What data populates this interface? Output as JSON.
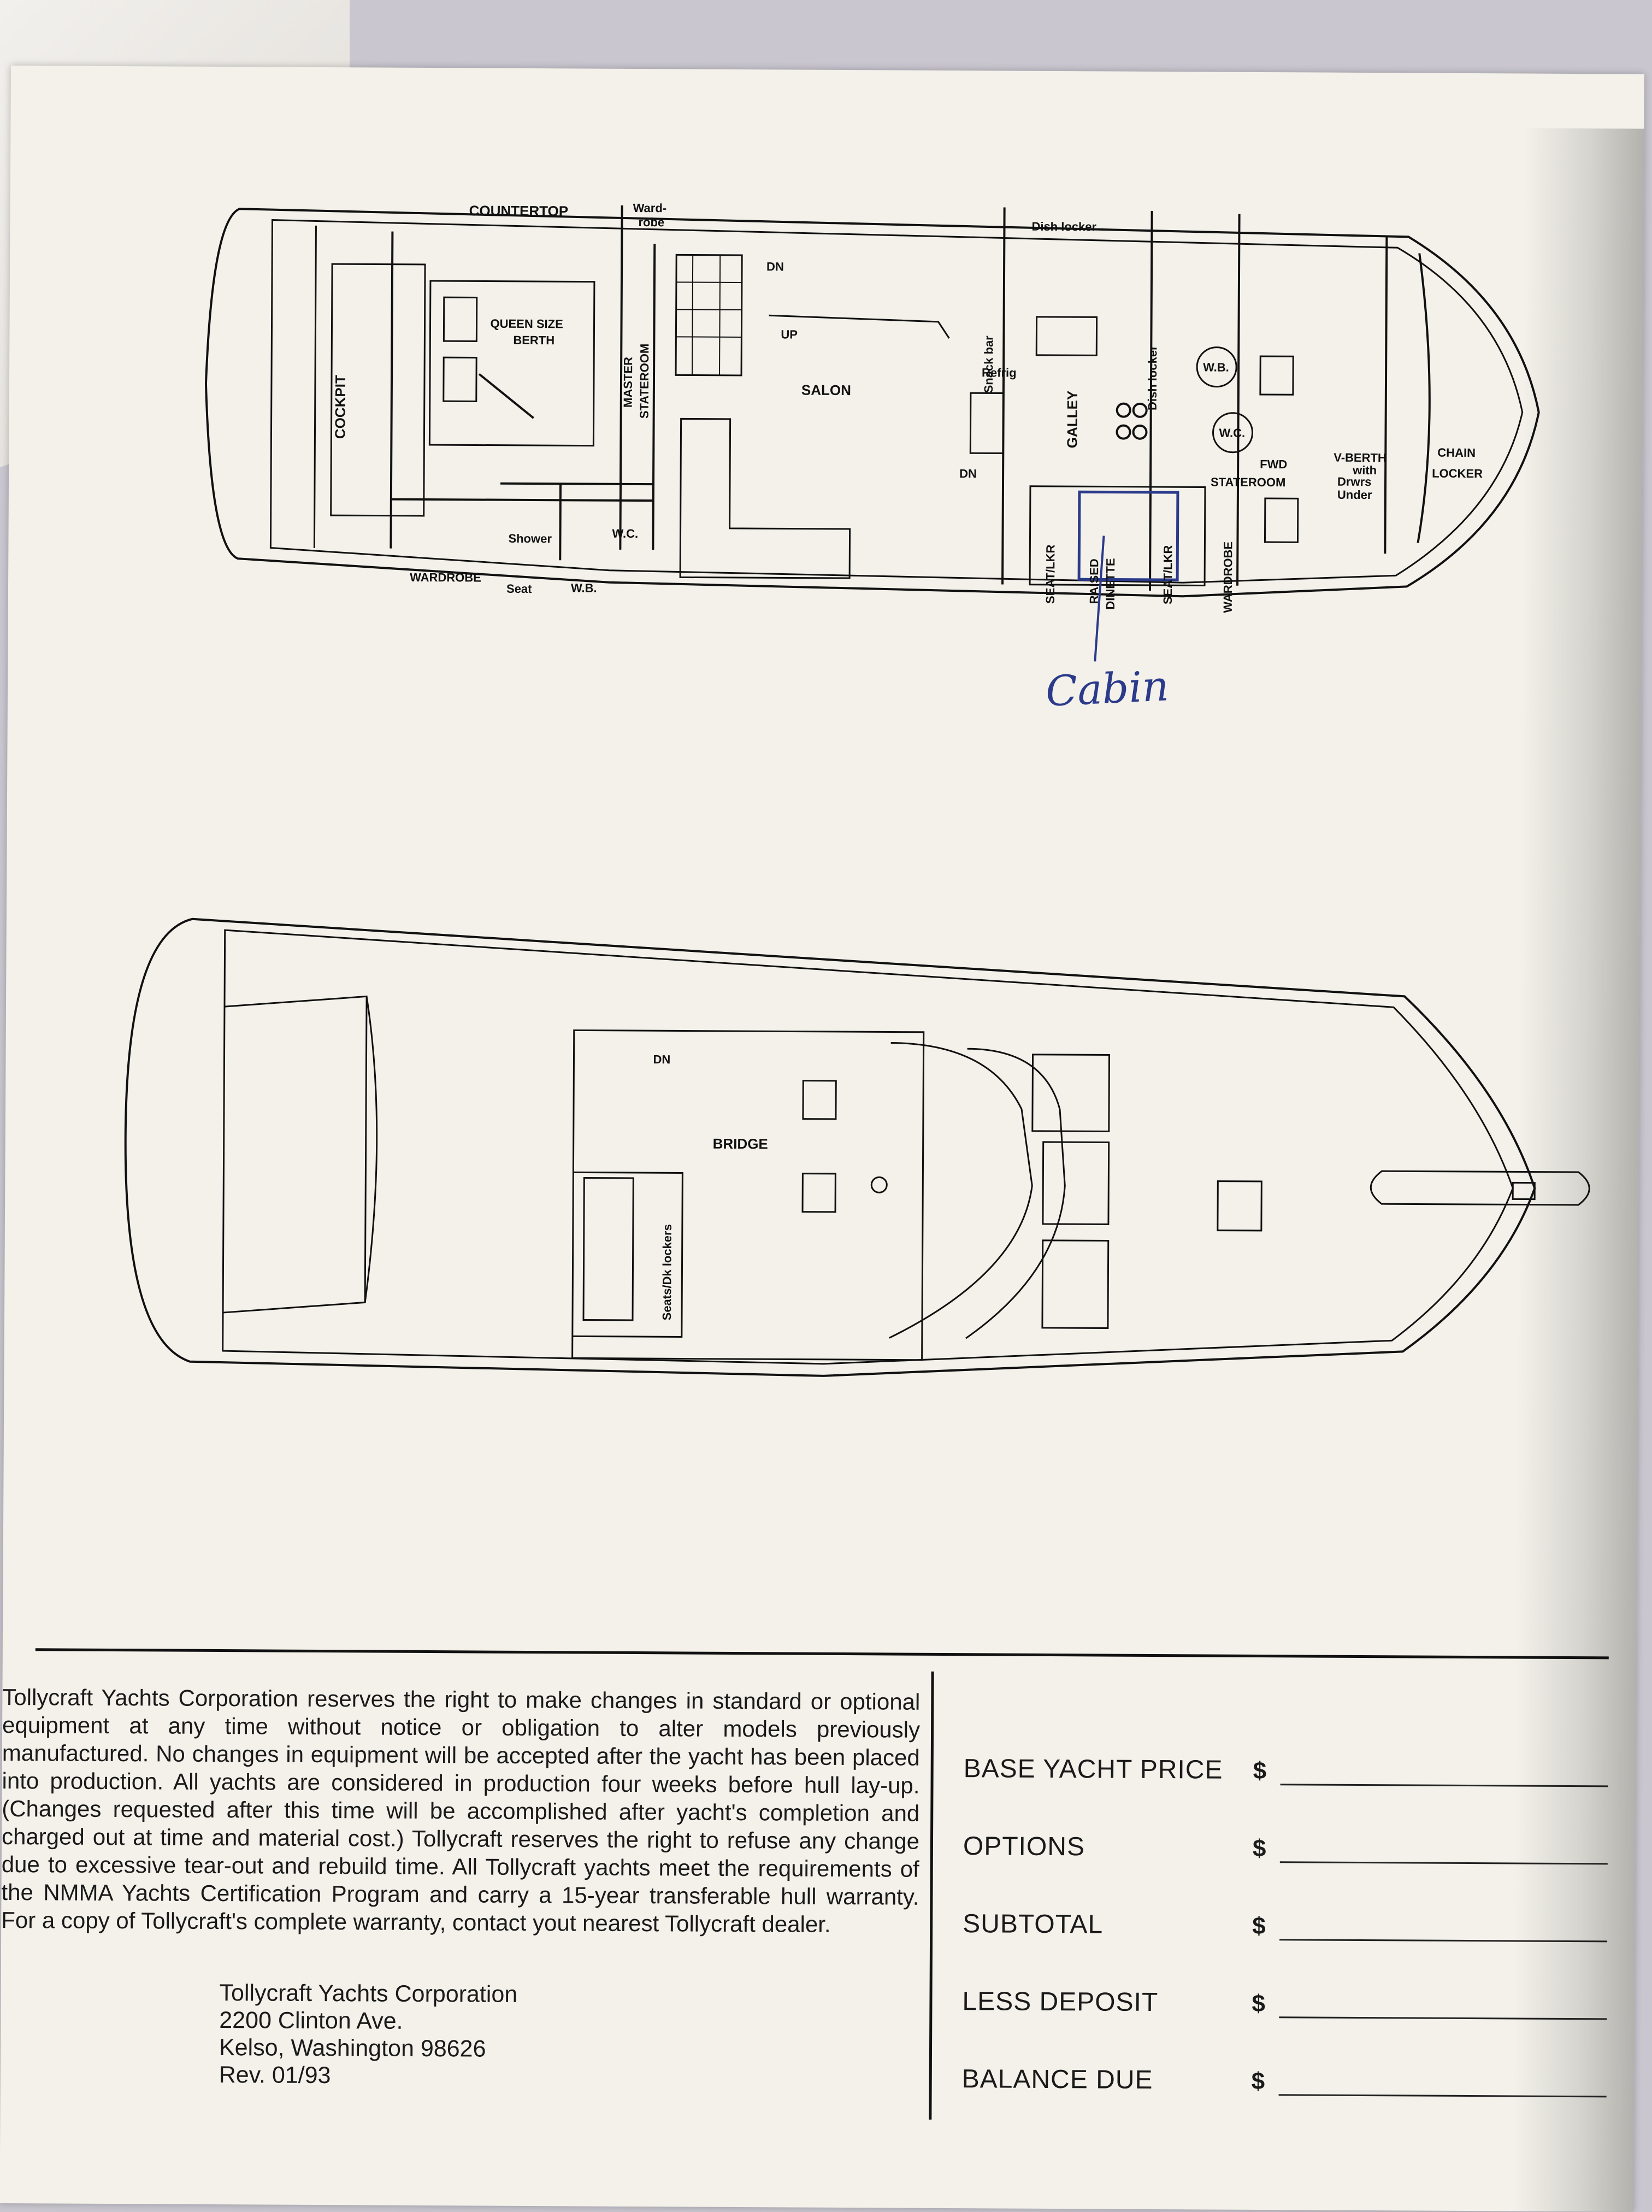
{
  "upper_plan": {
    "labels": {
      "countertop": "COUNTERTOP",
      "wardrobe_top_1": "Ward-",
      "wardrobe_top_2": "robe",
      "dish_locker_top": "Dish locker",
      "queen_1": "QUEEN SIZE",
      "queen_2": "BERTH",
      "master_1": "MASTER",
      "master_2": "STATEROOM",
      "cockpit": "COCKPIT",
      "dn_1": "DN",
      "up": "UP",
      "salon": "SALON",
      "snack_bar": "Snack bar",
      "refrig": "Refrig",
      "galley": "GALLEY",
      "dish_locker_side": "Dish locker",
      "wb_fwd": "W.B.",
      "wc_fwd": "W.C.",
      "dn_2": "DN",
      "fwd_1": "FWD",
      "fwd_2": "STATEROOM",
      "vberth_1": "V-BERTH",
      "vberth_2": "with",
      "vberth_3": "Drwrs",
      "vberth_4": "Under",
      "chain_1": "CHAIN",
      "chain_2": "LOCKER",
      "shower": "Shower",
      "wc_aft": "W.C.",
      "wardrobe_aft": "WARDROBE",
      "seat": "Seat",
      "wb_aft": "W.B.",
      "seat_lkr_1": "SEAT/LKR",
      "raised_1": "RAISED",
      "raised_2": "DINETTE",
      "seat_lkr_2": "SEAT/LKR",
      "wardrobe_fwd": "WARDROBE"
    }
  },
  "handwritten_note": "Cabin",
  "bridge_plan": {
    "labels": {
      "dn": "DN",
      "bridge": "BRIDGE",
      "seats": "Seats/Dk lockers"
    }
  },
  "disclaimer": "Tollycraft Yachts Corporation reserves the right to make changes in standard or optional equipment at any time without notice or obligation to alter models previously manufactured. No changes in equipment will be accepted after the yacht has been placed into production. All yachts are considered in production four weeks before hull lay-up. (Changes requested after this time will be accomplished after yacht's completion and charged out at time and material cost.) Tollycraft reserves the right to refuse any change due to excessive tear-out and rebuild time. All Tollycraft yachts meet the requirements of the NMMA Yachts Certification Program and carry a 15-year transferable hull warranty. For a copy of Tollycraft's complete warranty, contact yout nearest Tollycraft dealer.",
  "address": {
    "company": "Tollycraft Yachts Corporation",
    "street": "2200 Clinton Ave.",
    "city": "Kelso, Washington 98626",
    "revision": "Rev. 01/93"
  },
  "pricing": {
    "currency": "$",
    "rows": [
      "BASE YACHT PRICE",
      "OPTIONS",
      "SUBTOTAL",
      "LESS DEPOSIT",
      "BALANCE DUE"
    ]
  },
  "colors": {
    "paper": "#f3f1ea",
    "ink": "#111111",
    "pen": "#2b3a8a"
  }
}
